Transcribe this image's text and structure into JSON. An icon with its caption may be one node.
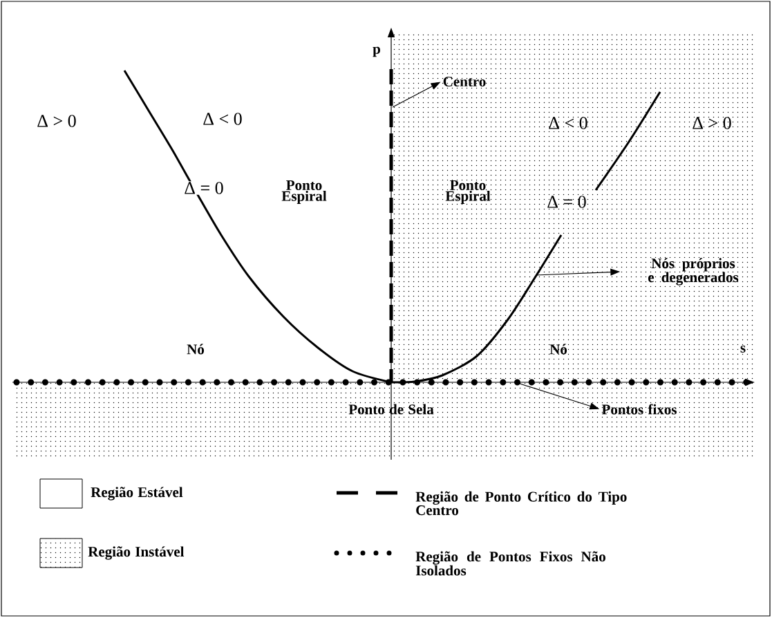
{
  "diagram": {
    "nodes": [
      {
        "text": [
          "Centro"
        ]
      },
      {
        "text": [
          "Nós próprios e degenerados"
        ]
      },
      {
        "text": [
          "Pontos fixos"
        ]
      }
    ],
    "edges": [
      {
        "from": null,
        "to": 0,
        "arrow": "to"
      },
      {
        "from": null,
        "to": 1,
        "arrow": "to"
      },
      {
        "from": null,
        "to": 2,
        "arrow": "to"
      }
    ],
    "labels": [
      "p",
      "Δ > 0",
      "Δ < 0",
      "Δ < 0",
      "Δ > 0",
      "Ponto Espiral",
      "Ponto Espiral",
      "Δ = 0",
      "Δ = 0",
      "Nó",
      "Nó",
      "s",
      "Ponto de Sela"
    ],
    "legend": [
      {
        "text": "Região Estável"
      },
      {
        "text": "Região Instável"
      },
      {
        "text": "Região de Ponto Crítico do Tipo Centro"
      },
      {
        "text": "Região de Pontos Fixos Não Isolados"
      }
    ]
  }
}
